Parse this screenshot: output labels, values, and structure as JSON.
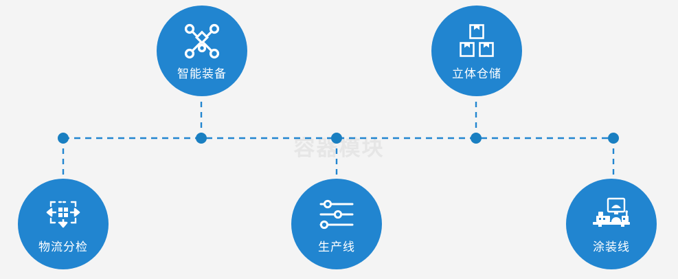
{
  "diagram": {
    "watermark": "容器模块",
    "accent_color": "#2185d0",
    "node_dot_color": "#1a7fc1",
    "line_color": "#2185d0",
    "background_color": "#f4f4f4",
    "label_color": "#ffffff",
    "watermark_color": "#e6e6e6"
  },
  "nodes": [
    {
      "id": "smart-equipment",
      "label": "智能装备",
      "icon": "network-nodes-icon"
    },
    {
      "id": "stereo-storage",
      "label": "立体仓储",
      "icon": "stacked-boxes-icon"
    },
    {
      "id": "logistics-sorting",
      "label": "物流分检",
      "icon": "sorting-arrows-icon"
    },
    {
      "id": "production-line",
      "label": "生产线",
      "icon": "slider-controls-icon"
    },
    {
      "id": "painting-line",
      "label": "涂装线",
      "icon": "painting-machine-icon"
    }
  ]
}
